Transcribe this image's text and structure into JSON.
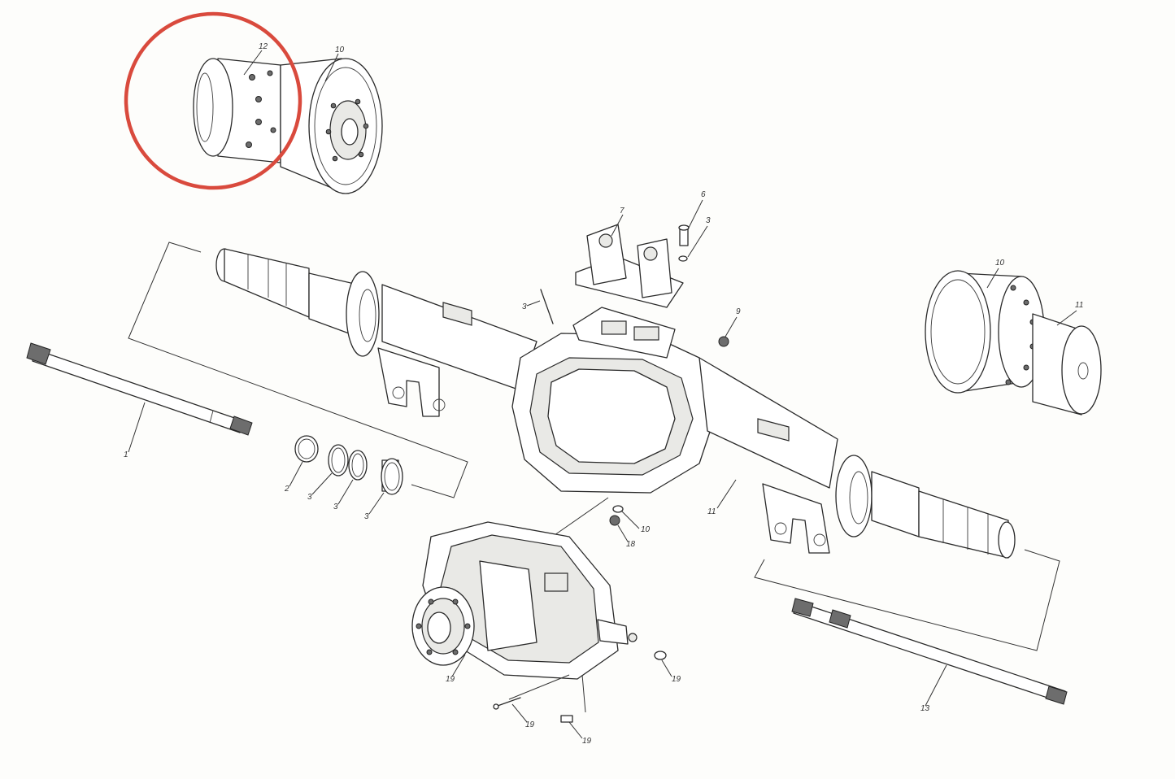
{
  "colors": {
    "highlight_circle": "#d94a3d",
    "line": "#2a2a2a",
    "background": "#fdfdfb"
  },
  "labels": {
    "l12_top": "12",
    "l10_top": "10",
    "l7": "7",
    "l6": "6",
    "l3_pin": "3",
    "l3_axle": "3",
    "l9": "9",
    "l10_right": "10",
    "l11_right": "11",
    "l1": "1",
    "l2": "2",
    "l3_ring1": "3",
    "l3_ring2": "3",
    "l3_ring3": "3",
    "l11_housing": "11",
    "l10_small": "10",
    "l18": "18",
    "l19_diff": "19",
    "l19_plug": "19",
    "l19_pin": "19",
    "l19_bolt": "19",
    "l13": "13"
  }
}
